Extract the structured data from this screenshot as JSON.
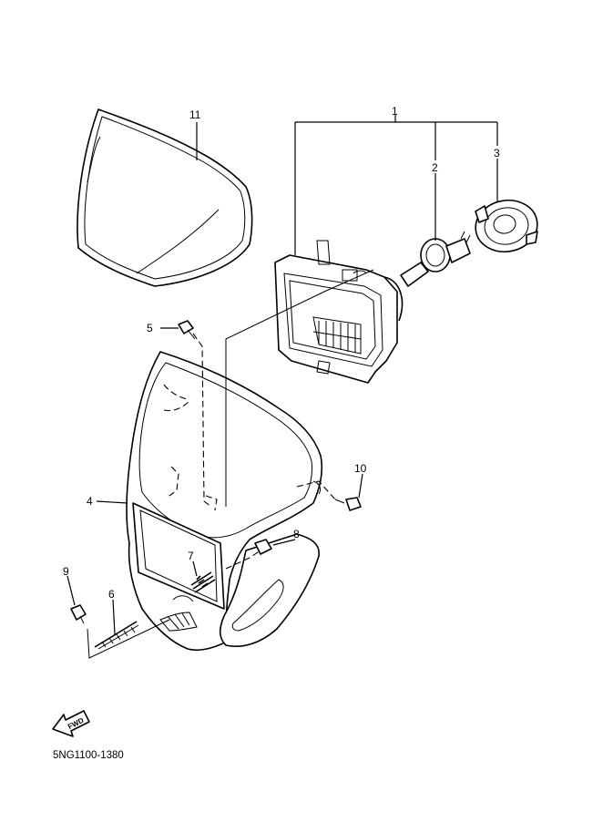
{
  "diagram": {
    "part_code": "5NG1100-1380",
    "direction_label": "FWD",
    "callouts": [
      {
        "id": "1",
        "label": "1"
      },
      {
        "id": "2",
        "label": "2"
      },
      {
        "id": "3",
        "label": "3"
      },
      {
        "id": "4",
        "label": "4"
      },
      {
        "id": "5",
        "label": "5"
      },
      {
        "id": "6",
        "label": "6"
      },
      {
        "id": "7",
        "label": "7"
      },
      {
        "id": "8",
        "label": "8"
      },
      {
        "id": "9",
        "label": "9"
      },
      {
        "id": "10",
        "label": "10"
      },
      {
        "id": "11",
        "label": "11"
      }
    ]
  }
}
